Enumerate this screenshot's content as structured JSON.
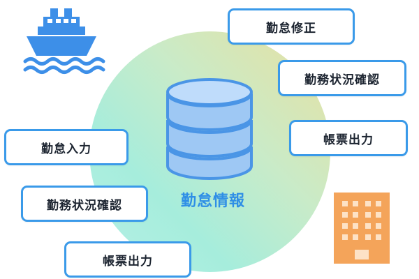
{
  "center": {
    "label": "勤怠情報"
  },
  "tags": {
    "right_top": "勤怠修正",
    "right_mid": "勤務状況確認",
    "right_low": "帳票出力",
    "left_top": "勤怠入力",
    "left_mid": "勤務状況確認",
    "left_low": "帳票出力"
  },
  "colors": {
    "accent": "#3a9ae9",
    "db_fill": "#9ec8f4",
    "db_stroke": "#4a95e6",
    "ship": "#3d8fe8",
    "building": "#f4a45a"
  },
  "icons": [
    "ship-icon",
    "database-icon",
    "building-icon"
  ]
}
